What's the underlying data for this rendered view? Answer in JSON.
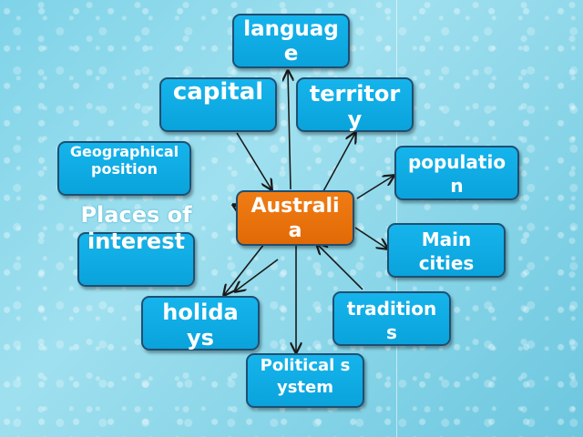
{
  "center": {
    "label": "Australia"
  },
  "nodes": {
    "language": "language",
    "capital": "capital",
    "territory": "territory",
    "geographical_position": "Geographical position",
    "population": "population",
    "main_cities": "Main cities",
    "places_of_interest": "Places of interest",
    "holidays": "holidays",
    "traditions": "traditions",
    "political_system": "Political system"
  },
  "colors": {
    "node_fill": "#0aa3dc",
    "center_fill": "#e26a06",
    "node_border": "#1f4f72",
    "background": "#9fe0ef"
  }
}
